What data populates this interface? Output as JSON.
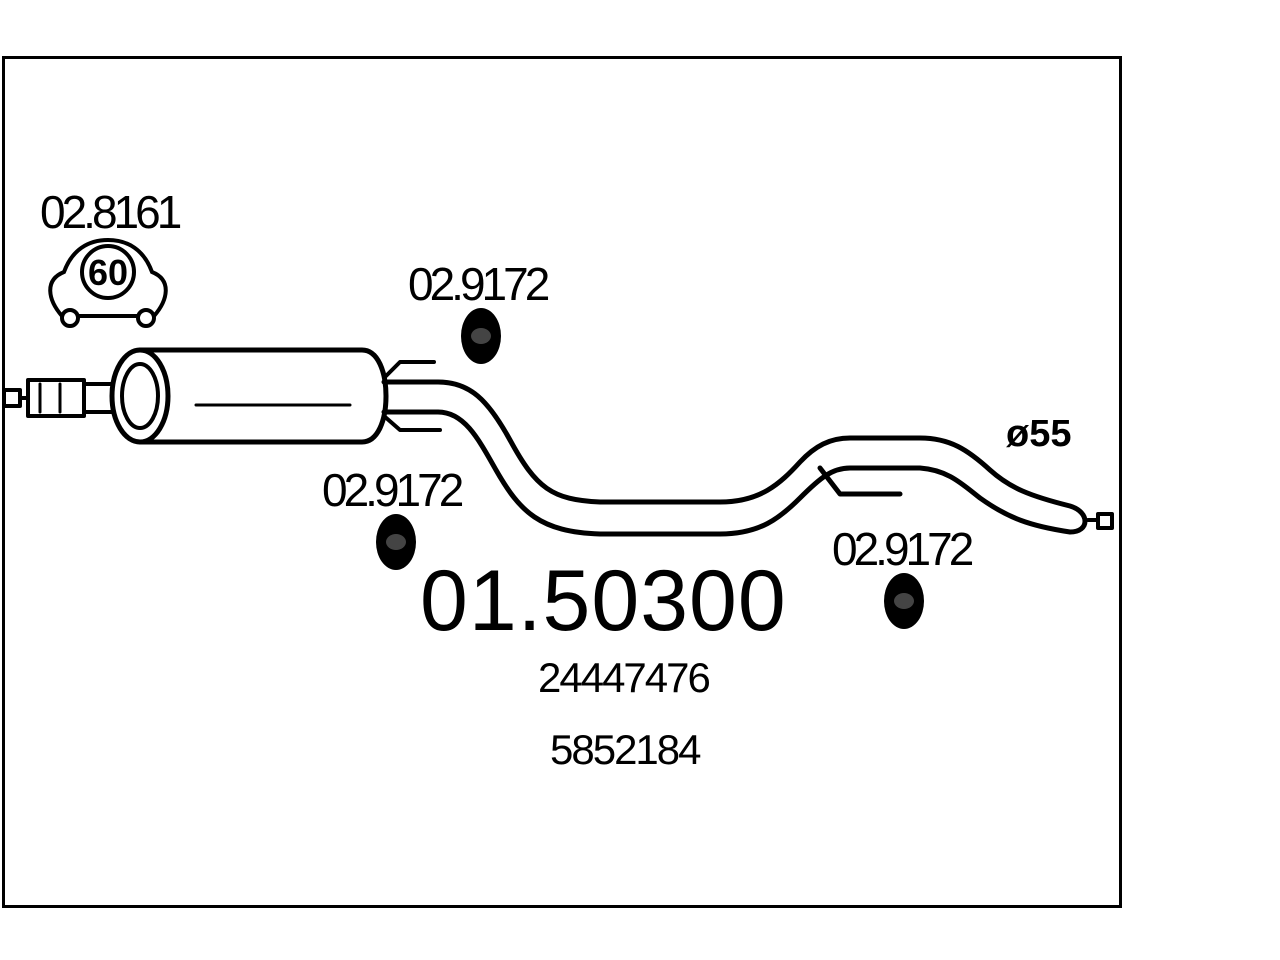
{
  "diagram": {
    "main_part_number": "01.50300",
    "oe_numbers": [
      "24447476",
      "5852184"
    ],
    "diameter_label": "ø55",
    "clamp": {
      "part_number": "02.8161",
      "size_label": "60"
    },
    "hangers": [
      {
        "part_number": "02.9172"
      },
      {
        "part_number": "02.9172"
      },
      {
        "part_number": "02.9172"
      }
    ]
  },
  "colors": {
    "line": "#000000",
    "background": "#ffffff"
  }
}
